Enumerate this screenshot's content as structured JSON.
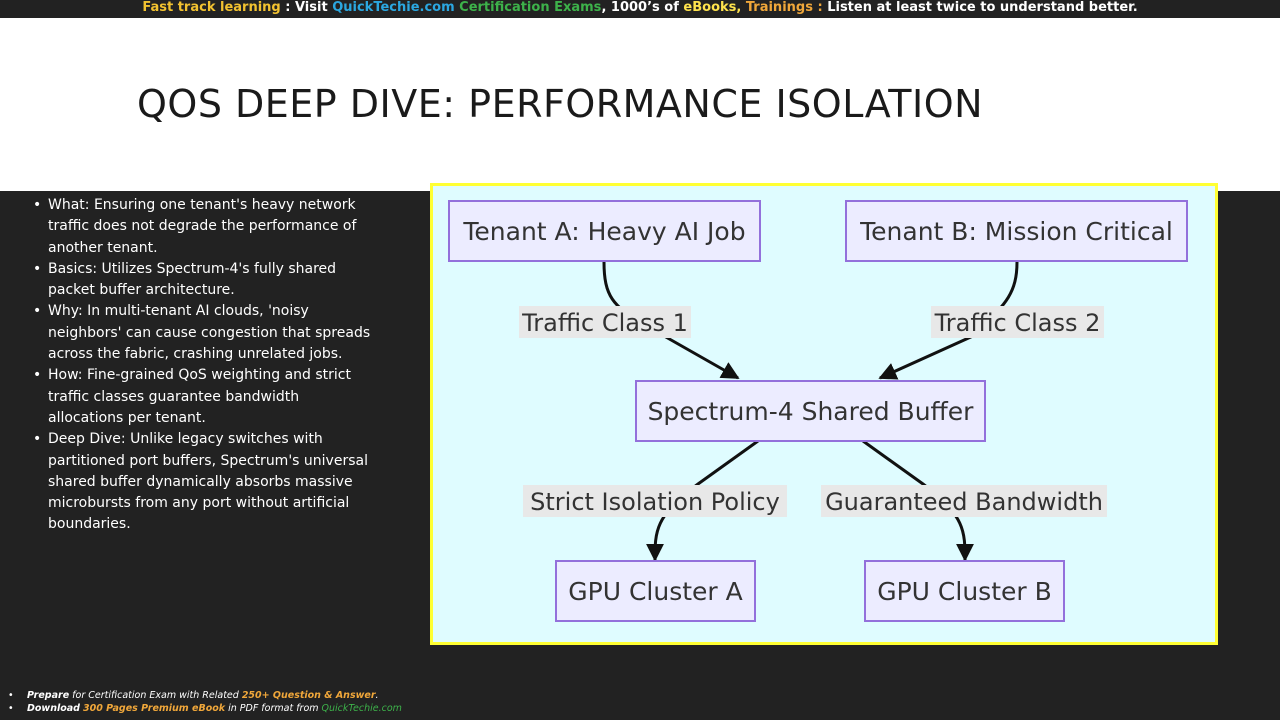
{
  "top_banner": {
    "part1": "Fast track learning",
    "part2": " : Visit ",
    "part3": "QuickTechie.com",
    "part4": " Certification Exams",
    "part5": ", 1000’s of ",
    "part6": "eBooks,",
    "part7": " Trainings :",
    "part8": " Listen at least twice to understand better."
  },
  "slide": {
    "title": "QOS DEEP DIVE: PERFORMANCE ISOLATION",
    "bullets": [
      "What: Ensuring one tenant's heavy network traffic does not degrade the performance of another tenant.",
      "Basics: Utilizes Spectrum-4's fully shared packet buffer architecture.",
      "Why: In multi-tenant AI clouds, 'noisy neighbors' can cause congestion that spreads across the fabric, crashing unrelated jobs.",
      "How: Fine-grained QoS weighting and strict traffic classes guarantee bandwidth allocations per tenant.",
      "Deep Dive: Unlike legacy switches with partitioned port buffers, Spectrum's universal shared buffer dynamically absorbs massive microbursts from any port without artificial boundaries."
    ]
  },
  "diagram": {
    "nodes": {
      "tenant_a": "Tenant A: Heavy AI Job",
      "tenant_b": "Tenant B: Mission Critical",
      "buffer": "Spectrum-4 Shared Buffer",
      "gpu_a": "GPU Cluster A",
      "gpu_b": "GPU Cluster B"
    },
    "edges": {
      "traffic_class_1": "Traffic Class 1",
      "traffic_class_2": "Traffic Class 2",
      "strict_isolation": "Strict Isolation Policy",
      "guaranteed_bandwidth": "Guaranteed Bandwidth"
    },
    "colors": {
      "background": "#dffcff",
      "frame": "#ffff33",
      "node_fill": "#ececff",
      "node_stroke": "#9370db"
    }
  },
  "footer": {
    "line1_a": "Prepare",
    "line1_b": " for Certification Exam with  Related ",
    "line1_c": "250+ Question & Answer",
    "line1_d": ".",
    "line2_a": "Download",
    "line2_b": " ",
    "line2_c": "300 Pages Premium eBook",
    "line2_d": " in PDF format from ",
    "line2_e": "QuickTechie.com"
  }
}
